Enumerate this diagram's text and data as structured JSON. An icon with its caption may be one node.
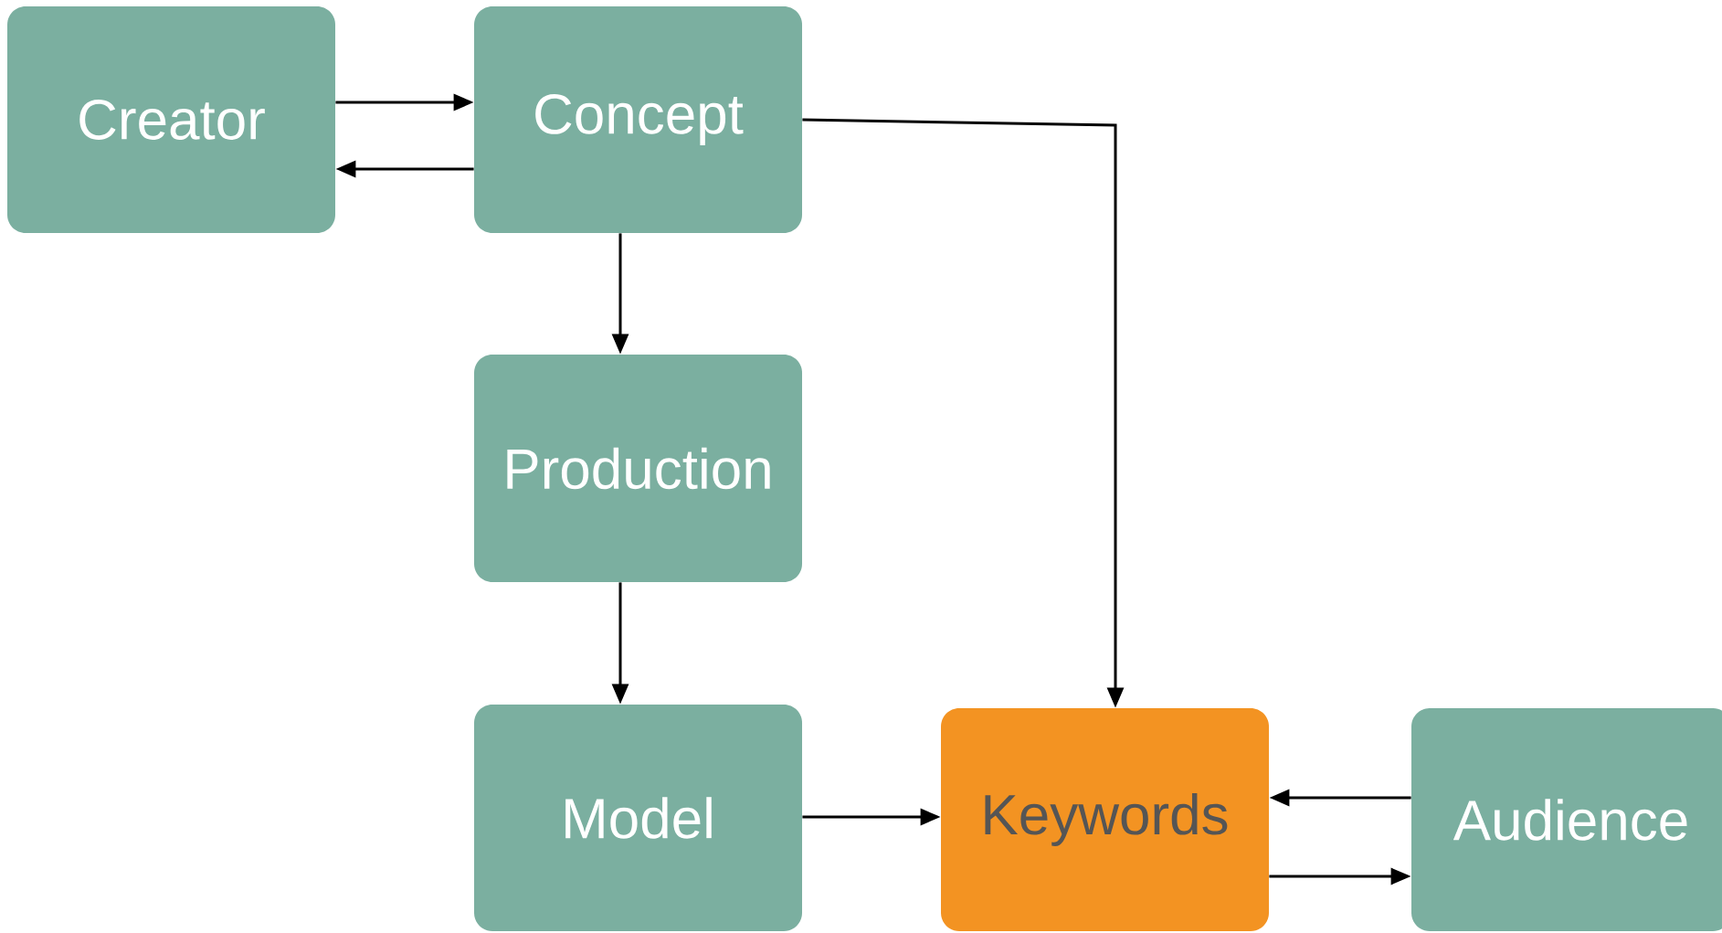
{
  "diagram": {
    "nodes": [
      {
        "text": [
          "Creator"
        ]
      },
      {
        "text": [
          "Concept"
        ]
      },
      {
        "text": [
          "Production"
        ]
      },
      {
        "text": [
          "Model"
        ]
      },
      {
        "text": [
          "Keywords"
        ]
      },
      {
        "text": [
          "Audience"
        ]
      }
    ],
    "edges": [
      {
        "from": 0,
        "to": 1,
        "arrow": "to"
      },
      {
        "from": 1,
        "to": 0,
        "arrow": "to"
      },
      {
        "from": 1,
        "to": 2,
        "arrow": "to"
      },
      {
        "from": 2,
        "to": 3,
        "arrow": "to"
      },
      {
        "from": 1,
        "to": 4,
        "arrow": "to"
      },
      {
        "from": 3,
        "to": 4,
        "arrow": "to"
      },
      {
        "from": 5,
        "to": 4,
        "arrow": "to"
      },
      {
        "from": 4,
        "to": 5,
        "arrow": "to"
      }
    ]
  }
}
